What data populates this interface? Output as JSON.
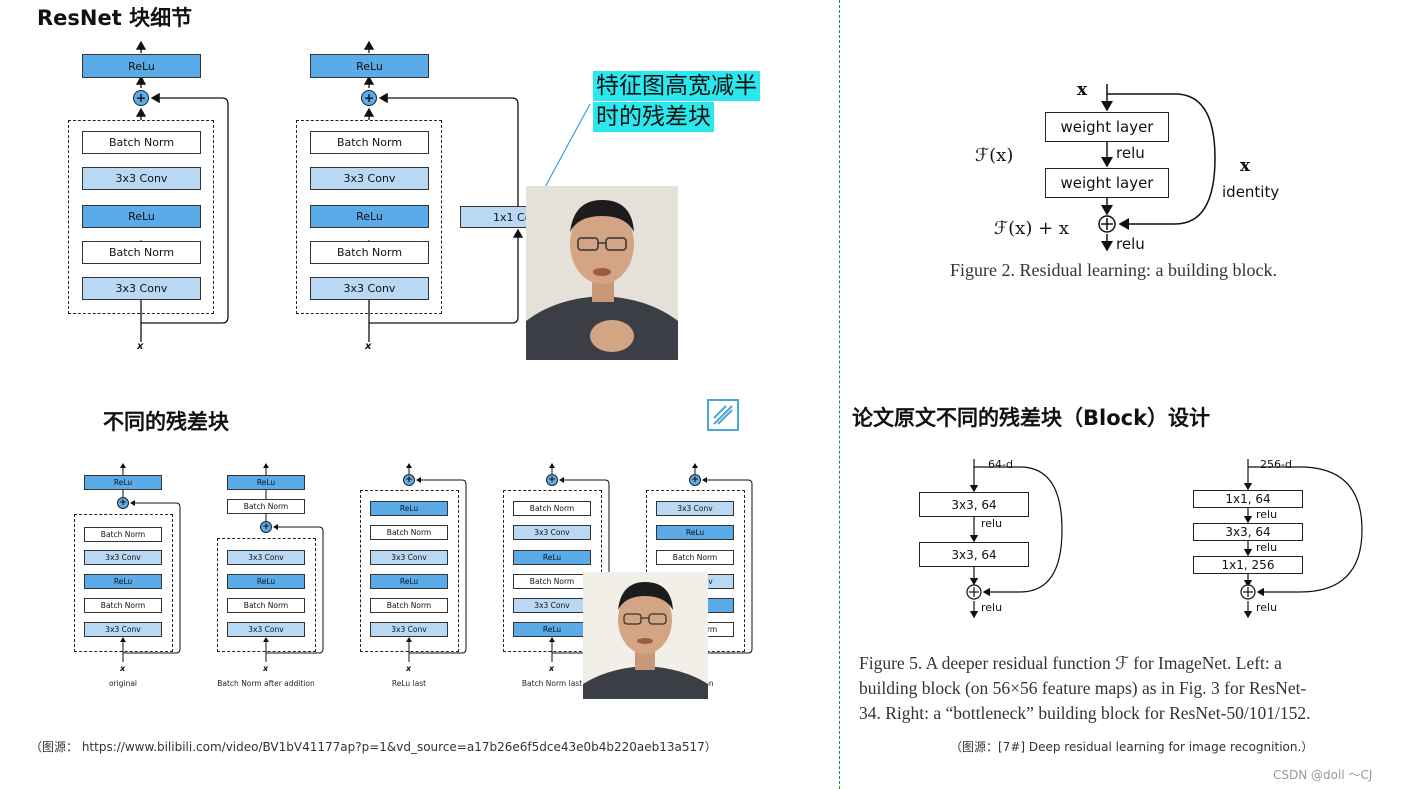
{
  "left_top": {
    "title": "ResNet 块细节",
    "callout": [
      "特征图高宽减半",
      "时的残差块"
    ],
    "blocks_a": [
      "ReLu",
      "Batch Norm",
      "3x3 Conv",
      "ReLu",
      "Batch Norm",
      "3x3 Conv"
    ],
    "blocks_b": [
      "ReLu",
      "Batch Norm",
      "3x3 Conv",
      "ReLu",
      "Batch Norm",
      "3x3 Conv"
    ],
    "shortcut_conv": "1x1 Conv",
    "input_label": "x"
  },
  "left_bottom": {
    "title": "不同的残差块",
    "variants": [
      {
        "label": "original",
        "blocks": [
          "ReLu",
          "Batch Norm",
          "3x3 Conv",
          "ReLu",
          "Batch Norm",
          "3x3 Conv"
        ]
      },
      {
        "label": "Batch Norm after addition",
        "blocks": [
          "ReLu",
          "Batch Norm",
          "3x3 Conv",
          "ReLu",
          "Batch Norm",
          "3x3 Conv"
        ]
      },
      {
        "label": "ReLu last",
        "blocks": [
          "ReLu",
          "Batch Norm",
          "3x3 Conv",
          "ReLu",
          "Batch Norm",
          "3x3 Conv"
        ]
      },
      {
        "label": "Batch Norm last",
        "blocks": [
          "Batch Norm",
          "3x3 Conv",
          "ReLu",
          "Batch Norm",
          "3x3 Conv",
          "ReLu"
        ]
      },
      {
        "label": "activation",
        "blocks": [
          "3x3 Conv",
          "ReLu",
          "Batch Norm",
          "3x3 Conv",
          "ReLu",
          "Batch Norm"
        ]
      }
    ],
    "input_label": "x"
  },
  "source_left": "（图源： https://www.bilibili.com/video/BV1bV41177ap?p=1&vd_source=a17b26e6f5dce43e0b4b220aeb13a517）",
  "right_top": {
    "x_top": "x",
    "weight_layer_1": "weight layer",
    "relu_mid": "relu",
    "weight_layer_2": "weight layer",
    "fx": "ℱ(x)",
    "x_identity": "x",
    "identity": "identity",
    "fx_plus_x": "ℱ(x) + x",
    "relu_out": "relu",
    "caption": "Figure 2. Residual learning: a building block."
  },
  "right_bottom": {
    "title": "论文原文不同的残差块（Block）设计",
    "left_block": {
      "input": "64-d",
      "layers": [
        "3x3, 64",
        "3x3, 64"
      ],
      "relu_mid": "relu",
      "relu_out": "relu"
    },
    "right_block": {
      "input": "256-d",
      "layers": [
        "1x1, 64",
        "3x3, 64",
        "1x1, 256"
      ],
      "relus": [
        "relu",
        "relu"
      ],
      "relu_out": "relu"
    },
    "caption_lines": [
      "Figure 5. A deeper residual function ℱ for ImageNet.  Left: a",
      "building block (on 56×56 feature maps) as in Fig. 3 for ResNet-",
      "34. Right: a “bottleneck” building block for ResNet-50/101/152."
    ]
  },
  "source_right": "（图源：[7#] Deep residual learning for image recognition.）",
  "watermark": "CSDN @doll ～CJ",
  "colors": {
    "relu": "#5aabe8",
    "conv": "#b8d8f3",
    "callout": "#29e8ee",
    "divider": "#2e8b2e"
  }
}
